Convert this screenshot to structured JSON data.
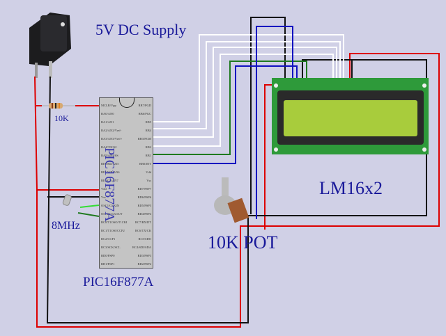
{
  "title": "5V DC Supply",
  "labels": {
    "resistor": "10K",
    "crystal": "8MHz",
    "mcu": "PIC16F877A",
    "pot": "10K POT",
    "lcd": "LM16x2"
  },
  "mcu": {
    "name": "PIC16F877A",
    "left_pins": [
      "MCLR/Vpp",
      "RA0/AN0",
      "RA1/AN1",
      "RA2/AN2/Vref-",
      "RA3/AN3/Vref+",
      "RA4/T0CKI",
      "RA5/AN4/SS",
      "RE0/RD/AN5",
      "RE1/WR/AN6",
      "RE2/CS/AN7",
      "Vdd",
      "Vss",
      "OSC1/CLKIN",
      "OSC2/CLKOUT",
      "RC0/T1OSO/T1CKI",
      "RC1/T1OSI/CCP2",
      "RC2/CCP1",
      "RC3/SCK/SCL",
      "RD0/PSP0",
      "RD1/PSP1"
    ],
    "right_pins": [
      "RB7/PGD",
      "RB6/PGC",
      "RB5",
      "RB4",
      "RB3/PGM",
      "RB2",
      "RB1",
      "RB0/INT",
      "Vdd",
      "Vss",
      "RD7/PSP7",
      "RD6/PSP6",
      "RD5/PSP5",
      "RD4/PSP4",
      "RC7/RX/DT",
      "RC6/TX/CK",
      "RC5/SDO",
      "RC4/SDI/SDA",
      "RD3/PSP3",
      "RD2/PSP2"
    ]
  },
  "colors": {
    "background": "#d0d0e6",
    "label": "#1a1a9a",
    "wire_power": "#dd0000",
    "wire_ground": "#111111",
    "wire_data": "#ffffff",
    "wire_green": "#1f7a1f",
    "wire_blue": "#1010c0",
    "lcd_board": "#2e9a3a",
    "lcd_screen": "#a8cc3c"
  }
}
